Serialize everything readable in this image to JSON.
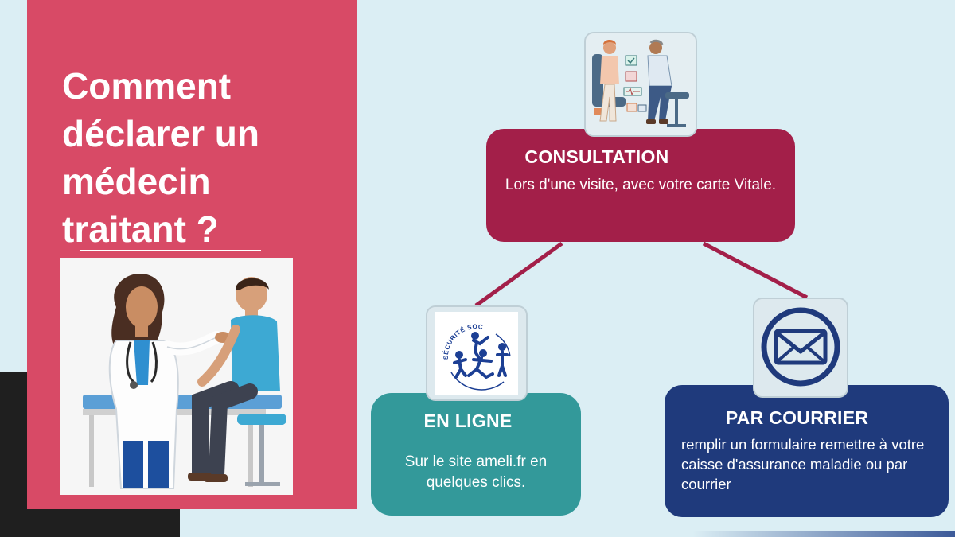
{
  "title_lines": [
    "Comment",
    "déclarer un",
    "médecin",
    "traitant ?"
  ],
  "colors": {
    "background": "#dbeef4",
    "left_panel": "#d84a66",
    "consultation": "#a31f49",
    "en_ligne": "#33999a",
    "par_courrier": "#1f3a7c",
    "connector": "#a31f49"
  },
  "methods": {
    "consultation": {
      "title": "CONSULTATION",
      "text": "Lors d'une visite, avec votre carte Vitale.",
      "icon": "doctor-consultation-illustration"
    },
    "en_ligne": {
      "title": "EN LIGNE",
      "text": "Sur le site ameli.fr en quelques clics.",
      "icon": "securite-sociale-logo",
      "logo_text": "SÉCURITÉ SOCIALE"
    },
    "par_courrier": {
      "title": "PAR COURRIER",
      "text": "remplir un formulaire remettre à votre caisse d'assurance maladie ou par courrier",
      "icon": "envelope-icon"
    }
  },
  "illustration": "doctor-and-patient-illustration"
}
